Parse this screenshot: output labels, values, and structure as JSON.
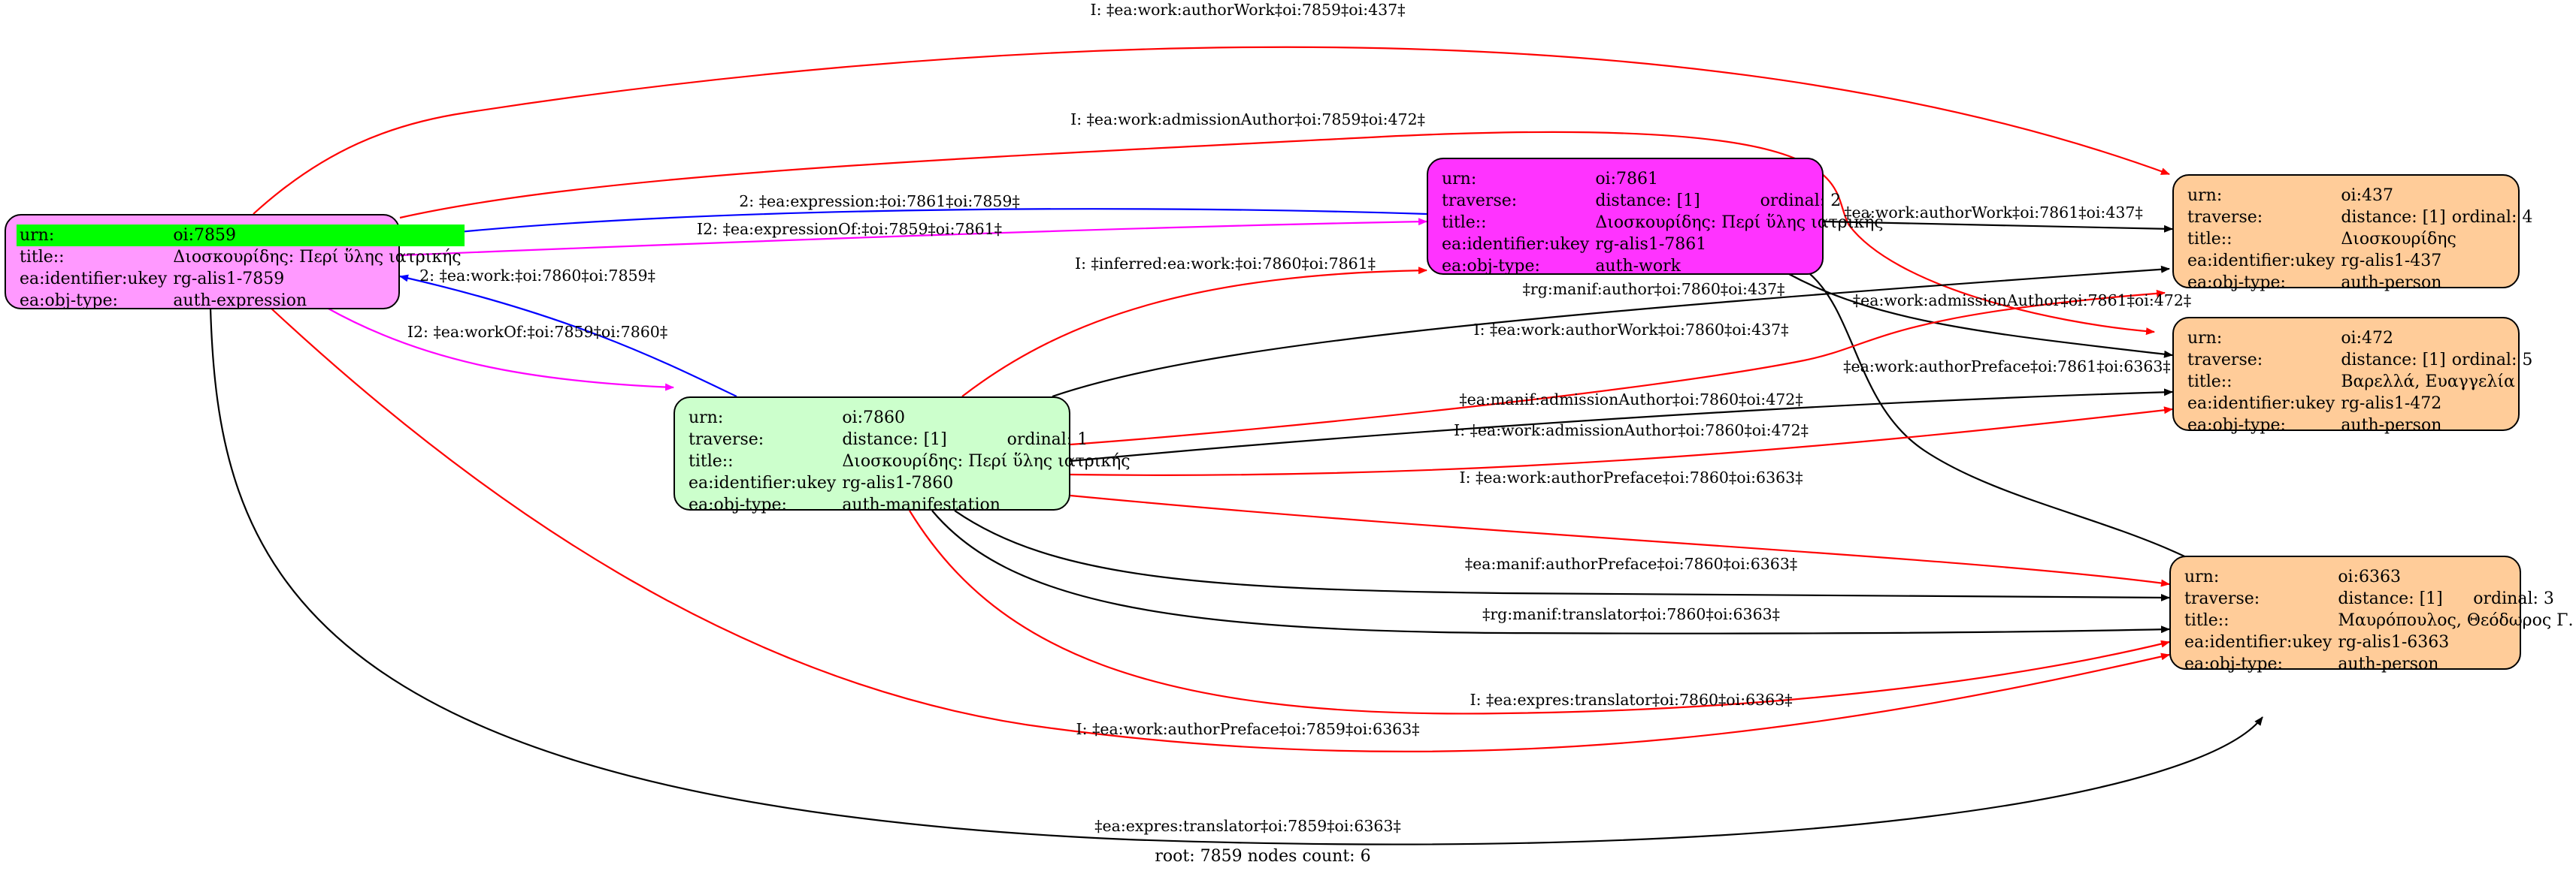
{
  "colors": {
    "root_node_fill": "#ff99ff",
    "root_highlight": "#00ff00",
    "work_node_fill": "#ff33ff",
    "manifestation_fill": "#ccffcc",
    "person_fill": "#ffcc99",
    "edge_inferred": "#ff0000",
    "edge_expression": "#0000ff",
    "edge_of": "#ff00ff",
    "edge_direct": "#000000"
  },
  "nodes": {
    "n7859": {
      "rows": [
        {
          "k": "urn:",
          "v": "oi:7859"
        },
        {
          "k": "title::",
          "v": "Διοσκουρίδης: Περί ὕλης ιατρικής"
        },
        {
          "k": "ea:identifier:ukey",
          "v": "rg-alis1-7859"
        },
        {
          "k": "ea:obj-type:",
          "v": "auth-expression"
        }
      ]
    },
    "n7861": {
      "rows": [
        {
          "k": "urn:",
          "v": "oi:7861"
        },
        {
          "k": "traverse:",
          "v": "distance: [1]",
          "v2": "ordinal: 2"
        },
        {
          "k": "title::",
          "v": "Διοσκουρίδης: Περί ὕλης ιατρικής"
        },
        {
          "k": "ea:identifier:ukey",
          "v": "rg-alis1-7861"
        },
        {
          "k": "ea:obj-type:",
          "v": "auth-work"
        }
      ]
    },
    "n7860": {
      "rows": [
        {
          "k": "urn:",
          "v": "oi:7860"
        },
        {
          "k": "traverse:",
          "v": "distance: [1]",
          "v2": "ordinal: 1"
        },
        {
          "k": "title::",
          "v": "Διοσκουρίδης: Περί ὕλης ιατρικής"
        },
        {
          "k": "ea:identifier:ukey",
          "v": "rg-alis1-7860"
        },
        {
          "k": "ea:obj-type:",
          "v": "auth-manifestation"
        }
      ]
    },
    "n437": {
      "rows": [
        {
          "k": "urn:",
          "v": "oi:437"
        },
        {
          "k": "traverse:",
          "v": "distance: [1]",
          "v2": "ordinal: 4"
        },
        {
          "k": "title::",
          "v": "Διοσκουρίδης"
        },
        {
          "k": "ea:identifier:ukey",
          "v": "rg-alis1-437"
        },
        {
          "k": "ea:obj-type:",
          "v": "auth-person"
        }
      ]
    },
    "n472": {
      "rows": [
        {
          "k": "urn:",
          "v": "oi:472"
        },
        {
          "k": "traverse:",
          "v": "distance: [1]",
          "v2": "ordinal: 5"
        },
        {
          "k": "title::",
          "v": "Βαρελλά, Ευαγγελία"
        },
        {
          "k": "ea:identifier:ukey",
          "v": "rg-alis1-472"
        },
        {
          "k": "ea:obj-type:",
          "v": "auth-person"
        }
      ]
    },
    "n6363": {
      "rows": [
        {
          "k": "urn:",
          "v": "oi:6363"
        },
        {
          "k": "traverse:",
          "v": "distance: [1]",
          "v2": "ordinal: 3"
        },
        {
          "k": "title::",
          "v": "Μαυρόπουλος, Θεόδωρος Γ."
        },
        {
          "k": "ea:identifier:ukey",
          "v": "rg-alis1-6363"
        },
        {
          "k": "ea:obj-type:",
          "v": "auth-person"
        }
      ]
    }
  },
  "edges": [
    {
      "id": "e1",
      "label": "I: ‡ea:work:authorWork‡oi:7859‡oi:437‡",
      "color": "#ff0000"
    },
    {
      "id": "e2",
      "label": "I: ‡ea:work:admissionAuthor‡oi:7859‡oi:472‡",
      "color": "#ff0000"
    },
    {
      "id": "e3",
      "label": "2: ‡ea:expression:‡oi:7861‡oi:7859‡",
      "color": "#0000ff"
    },
    {
      "id": "e4",
      "label": "I2: ‡ea:expressionOf:‡oi:7859‡oi:7861‡",
      "color": "#ff00ff"
    },
    {
      "id": "e5",
      "label": "2: ‡ea:work:‡oi:7860‡oi:7859‡",
      "color": "#0000ff"
    },
    {
      "id": "e6",
      "label": "I2: ‡ea:workOf:‡oi:7859‡oi:7860‡",
      "color": "#ff00ff"
    },
    {
      "id": "e7",
      "label": "I: ‡inferred:ea:work:‡oi:7860‡oi:7861‡",
      "color": "#ff0000"
    },
    {
      "id": "e8",
      "label": "‡ea:work:authorWork‡oi:7861‡oi:437‡",
      "color": "#000000"
    },
    {
      "id": "e9",
      "label": "‡ea:work:admissionAuthor‡oi:7861‡oi:472‡",
      "color": "#000000"
    },
    {
      "id": "e10",
      "label": "‡ea:work:authorPreface‡oi:7861‡oi:6363‡",
      "color": "#000000"
    },
    {
      "id": "e11",
      "label": "‡rg:manif:author‡oi:7860‡oi:437‡",
      "color": "#000000"
    },
    {
      "id": "e12",
      "label": "I: ‡ea:work:authorWork‡oi:7860‡oi:437‡",
      "color": "#ff0000"
    },
    {
      "id": "e13",
      "label": "‡ea:manif:admissionAuthor‡oi:7860‡oi:472‡",
      "color": "#000000"
    },
    {
      "id": "e14",
      "label": "I: ‡ea:work:admissionAuthor‡oi:7860‡oi:472‡",
      "color": "#ff0000"
    },
    {
      "id": "e15",
      "label": "I: ‡ea:work:authorPreface‡oi:7860‡oi:6363‡",
      "color": "#ff0000"
    },
    {
      "id": "e16",
      "label": "‡ea:manif:authorPreface‡oi:7860‡oi:6363‡",
      "color": "#000000"
    },
    {
      "id": "e17",
      "label": "‡rg:manif:translator‡oi:7860‡oi:6363‡",
      "color": "#000000"
    },
    {
      "id": "e18",
      "label": "I: ‡ea:expres:translator‡oi:7860‡oi:6363‡",
      "color": "#ff0000"
    },
    {
      "id": "e19",
      "label": "I: ‡ea:work:authorPreface‡oi:7859‡oi:6363‡",
      "color": "#ff0000"
    },
    {
      "id": "e20",
      "label": "‡ea:expres:translator‡oi:7859‡oi:6363‡",
      "color": "#000000"
    }
  ],
  "footer": "root: 7859 nodes count: 6"
}
